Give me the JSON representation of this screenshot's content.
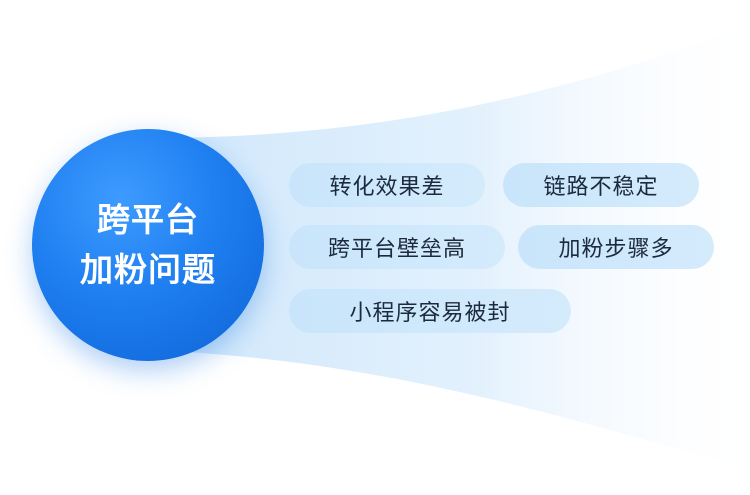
{
  "center": {
    "line1": "跨平台",
    "line2": "加粉问题"
  },
  "issues": [
    "转化效果差",
    "链路不稳定",
    "跨平台壁垒高",
    "加粉步骤多",
    "小程序容易被封"
  ],
  "colors": {
    "circle": "#1f7ff0",
    "pill": "#d0e8fb",
    "beam": "#e6f3fd"
  }
}
